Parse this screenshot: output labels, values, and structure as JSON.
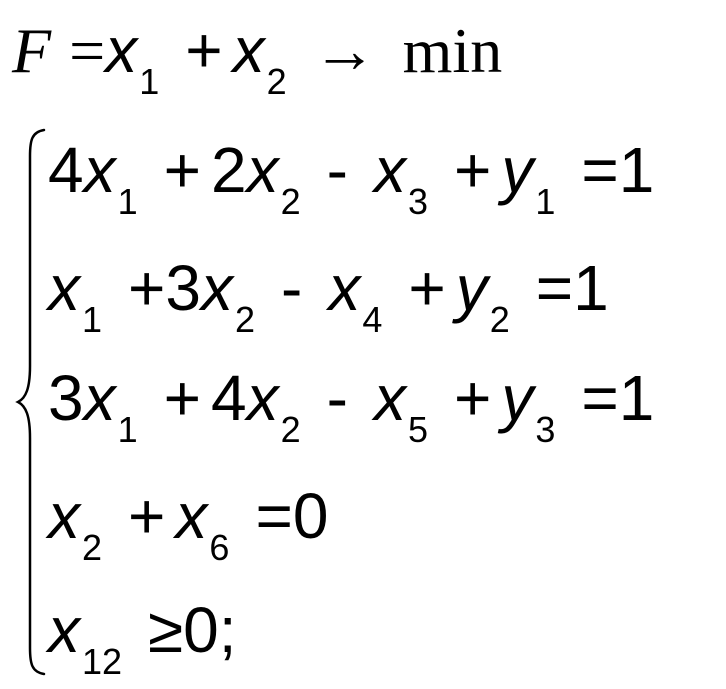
{
  "objective": {
    "lhs": "F",
    "equals": "=",
    "term1_var": "x",
    "term1_sub": "1",
    "plus": "+",
    "term2_var": "x",
    "term2_sub": "2",
    "arrow": "→",
    "goal": "min"
  },
  "constraints": [
    {
      "coef1": "4",
      "v1": "x",
      "s1": "1",
      "op1": "+",
      "coef2": "2",
      "v2": "x",
      "s2": "2",
      "op2": "-",
      "v3": "x",
      "s3": "3",
      "op3": "+",
      "v4": "y",
      "s4": "1",
      "rel": "=",
      "rhs": "1"
    },
    {
      "v1": "x",
      "s1": "1",
      "op1": "+",
      "coef2": "3",
      "v2": "x",
      "s2": "2",
      "op2": "-",
      "v3": "x",
      "s3": "4",
      "op3": "+",
      "v4": "y",
      "s4": "2",
      "rel": "=",
      "rhs": "1"
    },
    {
      "coef1": "3",
      "v1": "x",
      "s1": "1",
      "op1": "+",
      "coef2": "4",
      "v2": "x",
      "s2": "2",
      "op2": "-",
      "v3": "x",
      "s3": "5",
      "op3": "+",
      "v4": "y",
      "s4": "3",
      "rel": "=",
      "rhs": "1"
    },
    {
      "v1": "x",
      "s1": "2",
      "op1": "+",
      "v2": "x",
      "s2": "6",
      "rel": "=",
      "rhs": "0"
    },
    {
      "v1": "x",
      "s1": "12",
      "rel": "≥",
      "rhs": "0;"
    }
  ]
}
